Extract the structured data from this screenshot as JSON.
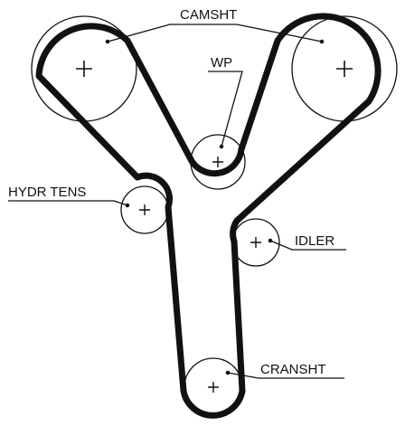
{
  "diagram": {
    "labels": {
      "camshaft": "CAMSHT",
      "water_pump": "WP",
      "hydraulic_tensioner": "HYDR TENS",
      "idler": "IDLER",
      "crankshaft": "CRANSHT"
    },
    "colors": {
      "belt": "#111111",
      "pulley_outline": "#111111",
      "leader_line": "#111111",
      "background": "#ffffff"
    }
  }
}
